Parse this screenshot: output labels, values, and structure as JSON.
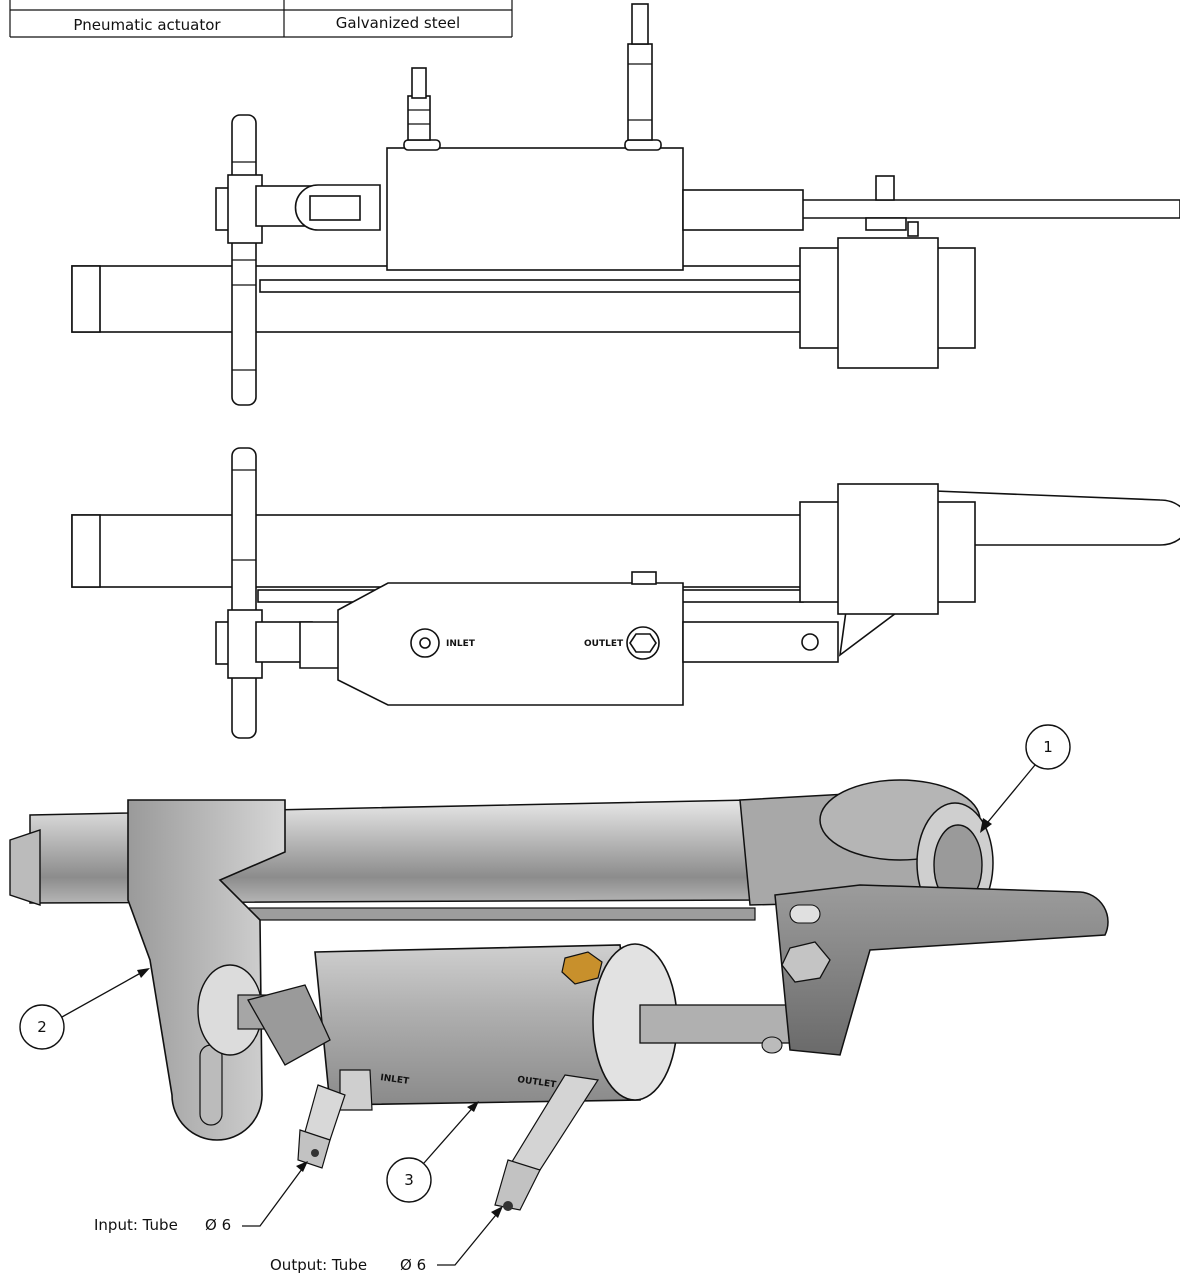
{
  "bom_table": {
    "rows": [
      {
        "part": "",
        "material": ""
      },
      {
        "part": "Pneumatic actuator",
        "material": "Galvanized steel"
      }
    ]
  },
  "views": {
    "top_view": {
      "ports": []
    },
    "front_view": {
      "ports": [
        "INLET",
        "OUTLET"
      ]
    },
    "iso_view": {
      "ports": [
        "INLET",
        "OUTLET"
      ]
    }
  },
  "callouts": [
    {
      "number": "1"
    },
    {
      "number": "2"
    },
    {
      "number": "3"
    }
  ],
  "connections": [
    {
      "label": "Input: Tube",
      "size": "Ø 6"
    },
    {
      "label": "Output: Tube",
      "size": "Ø 6"
    }
  ],
  "colors": {
    "line": "#111111",
    "fill": "#ffffff",
    "metal_light": "#d9d9d9",
    "metal_mid": "#a9a9a9",
    "metal_dark": "#6f6f6f",
    "brass": "#c8902c"
  }
}
